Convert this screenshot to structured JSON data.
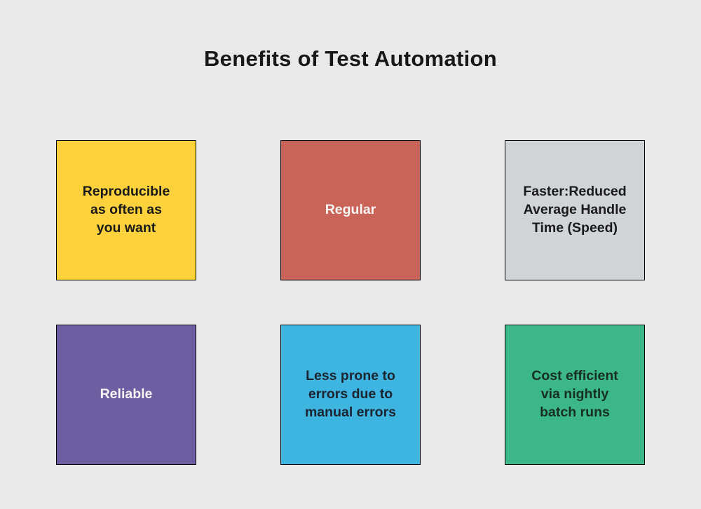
{
  "title": "Benefits of Test Automation",
  "colors": {
    "background": "#e8e9eb",
    "border": "#000000",
    "title_text": "#18181a"
  },
  "cards": [
    {
      "id": "reproducible",
      "lines": [
        "Reproducible",
        "as often as",
        "you want"
      ],
      "bg": "#fcd23c",
      "fg": "#1a1a1a"
    },
    {
      "id": "regular",
      "lines": [
        "Regular"
      ],
      "bg": "#cb6458",
      "fg": "#f7f4f4"
    },
    {
      "id": "faster",
      "lines": [
        "Faster:Reduced",
        "Average Handle",
        "Time (Speed)"
      ],
      "bg": "#d0d4d8",
      "fg": "#1a1a1a"
    },
    {
      "id": "reliable",
      "lines": [
        "Reliable"
      ],
      "bg": "#6c5ea0",
      "fg": "#f7f4f4"
    },
    {
      "id": "less-errors",
      "lines": [
        "Less prone to",
        "errors due to",
        "manual errors"
      ],
      "bg": "#3eb4e0",
      "fg": "#1c2430"
    },
    {
      "id": "cost-efficient",
      "lines": [
        "Cost efficient",
        "via nightly",
        "batch runs"
      ],
      "bg": "#3cb789",
      "fg": "#182f26"
    }
  ]
}
